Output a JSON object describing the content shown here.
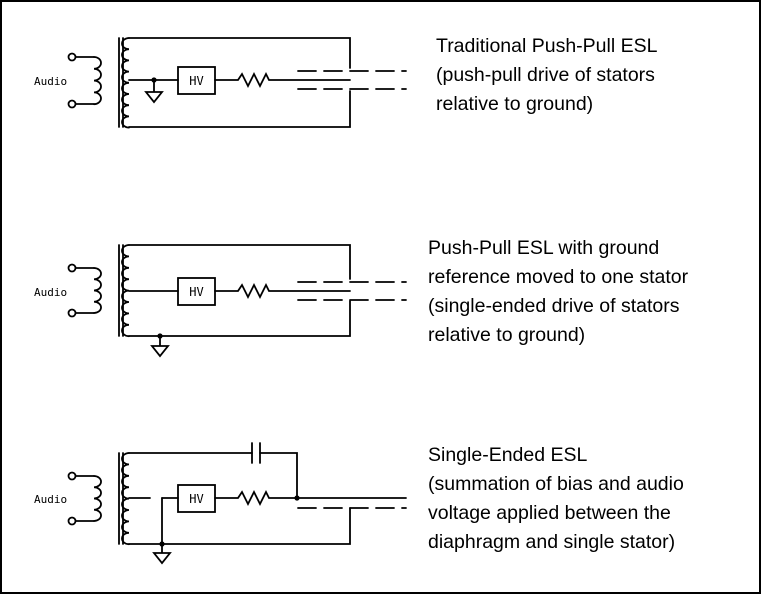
{
  "diagrams": [
    {
      "id": "traditional",
      "audio_label": "Audio",
      "hv_label": "HV",
      "description": [
        "Traditional Push-Pull ESL",
        "(push-pull drive of stators",
        "relative to ground)"
      ]
    },
    {
      "id": "ground-moved",
      "audio_label": "Audio",
      "hv_label": "HV",
      "description": [
        "Push-Pull ESL with ground",
        "reference moved to one stator",
        "(single-ended drive of stators",
        "relative to ground)"
      ]
    },
    {
      "id": "single-ended",
      "audio_label": "Audio",
      "hv_label": "HV",
      "description": [
        "Single-Ended ESL",
        "(summation of bias and audio",
        "voltage applied between the",
        "diaphragm and single stator)"
      ]
    }
  ]
}
